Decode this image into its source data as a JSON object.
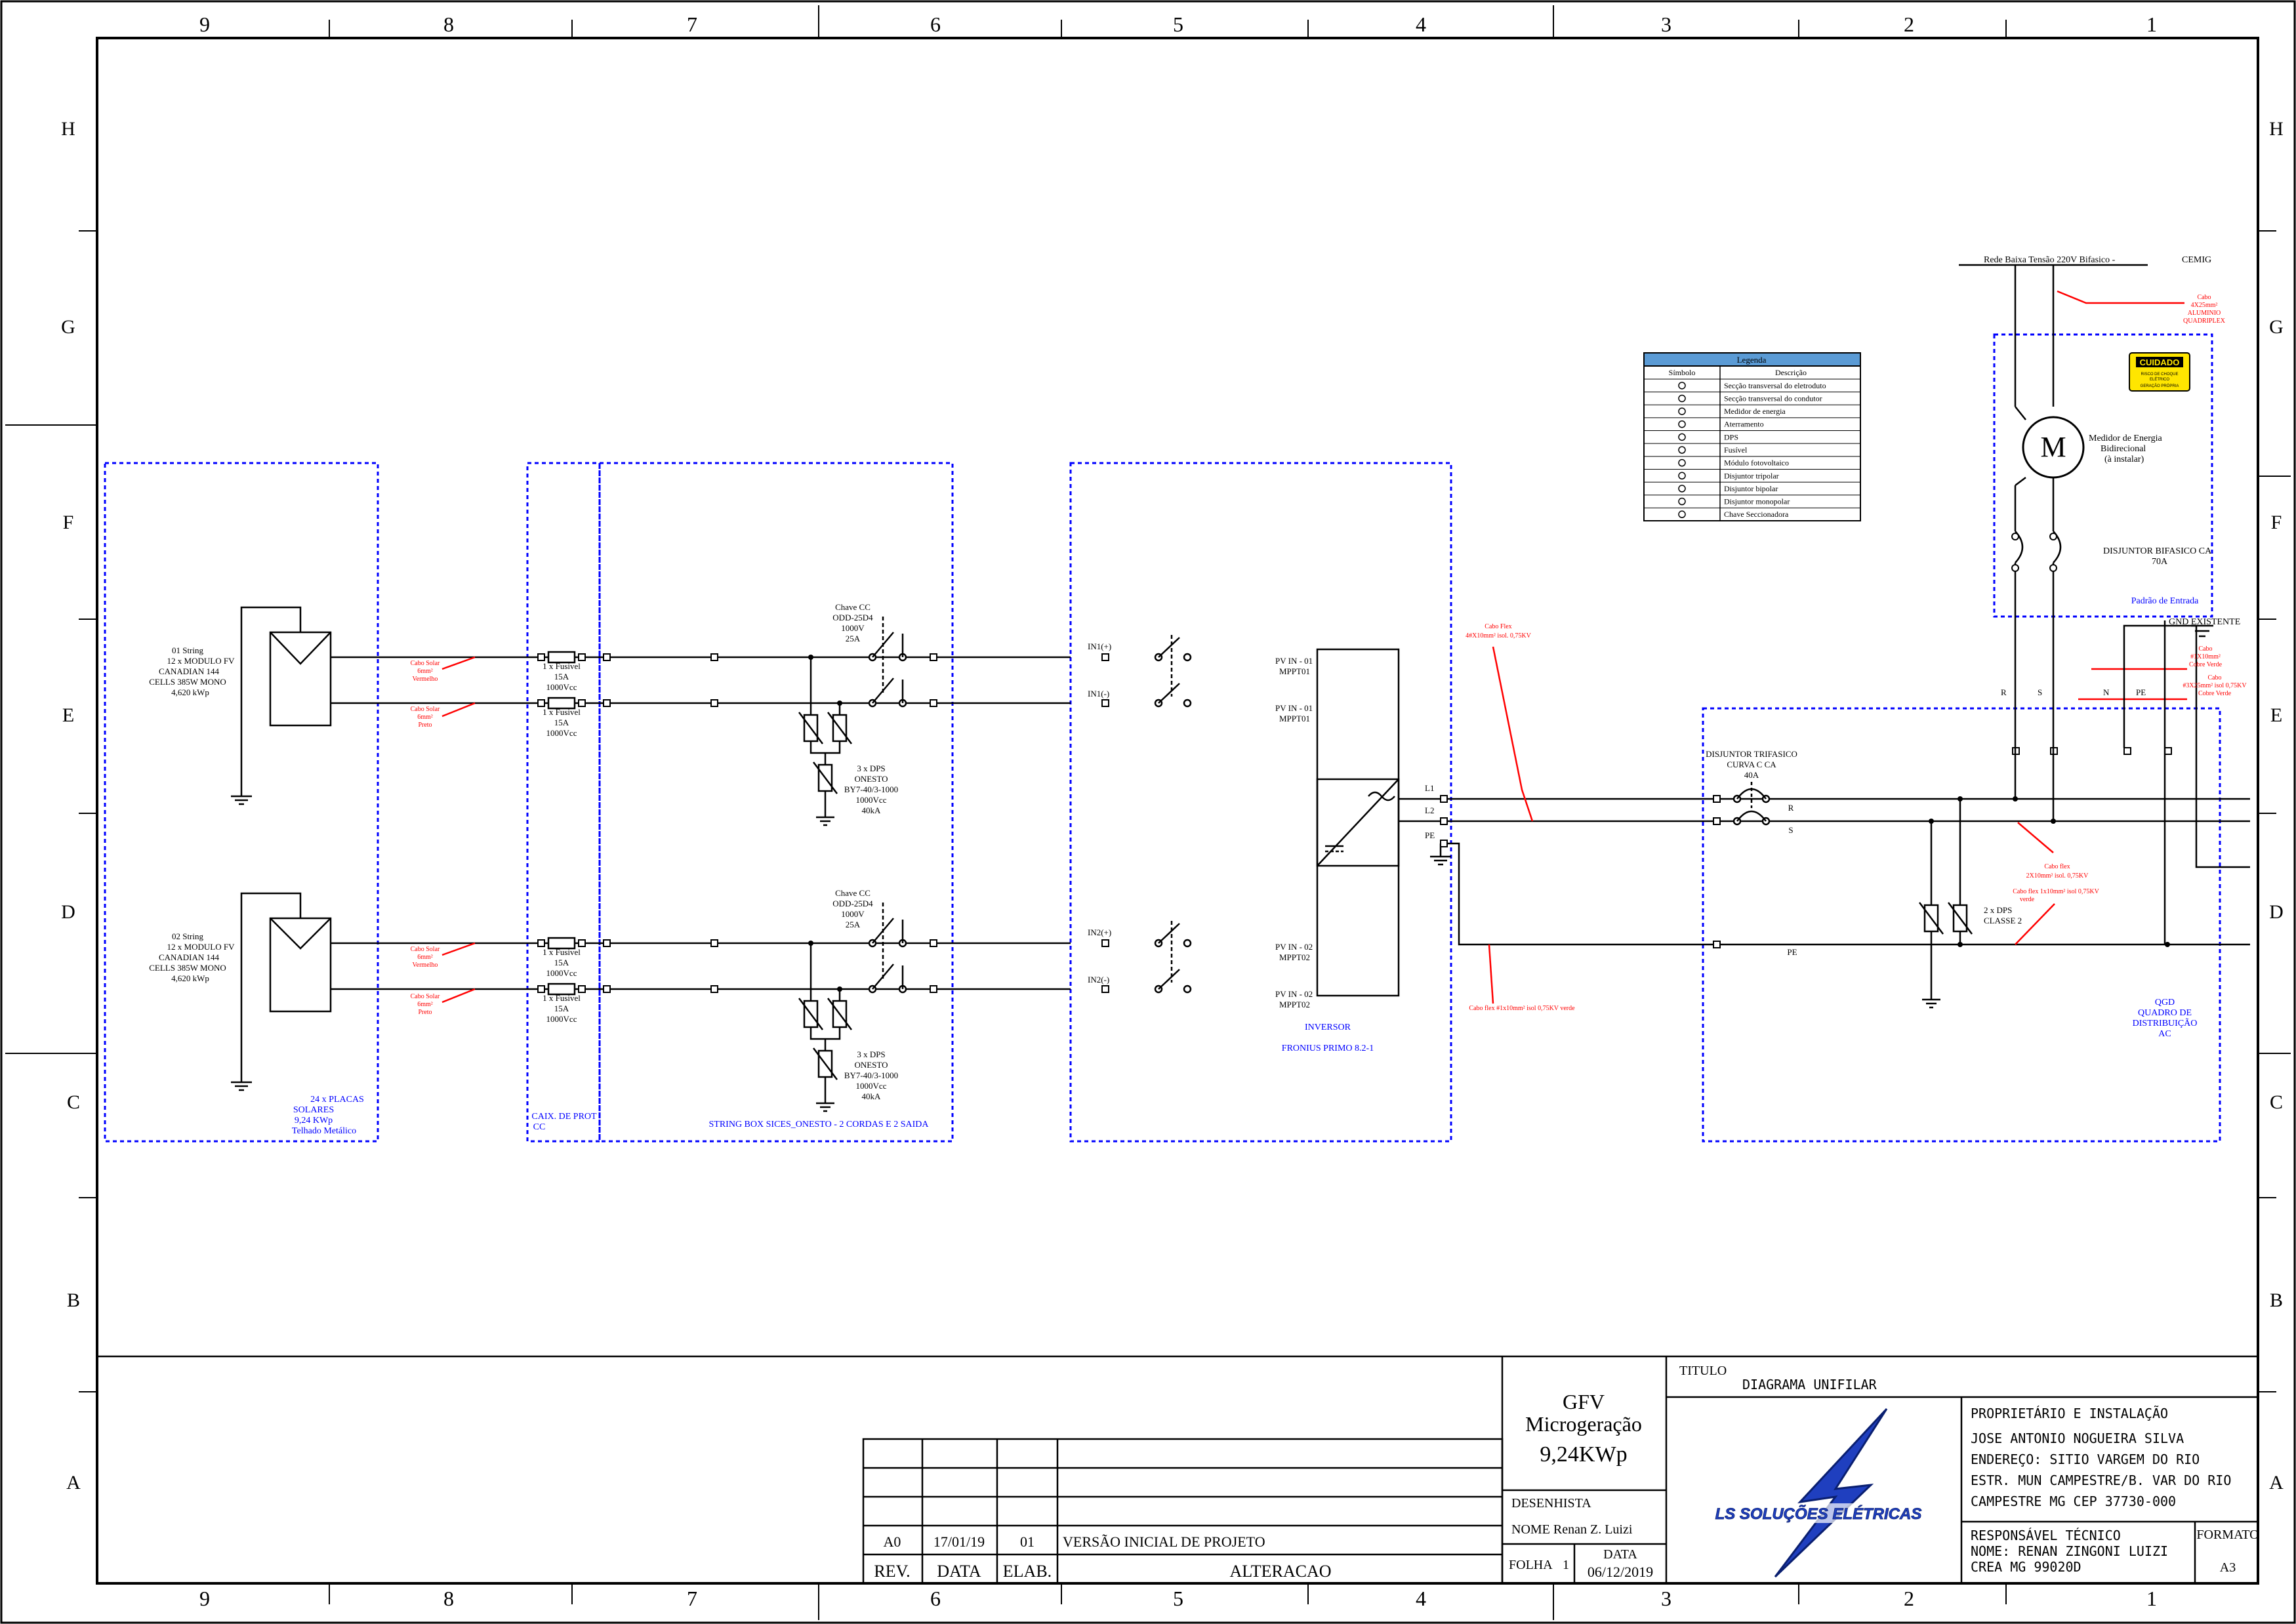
{
  "grid": {
    "columns": [
      "9",
      "8",
      "7",
      "6",
      "5",
      "4",
      "3",
      "2",
      "1"
    ],
    "rows": [
      "H",
      "G",
      "F",
      "E",
      "D",
      "C",
      "B",
      "A"
    ]
  },
  "strings": [
    {
      "title": "01 String",
      "lines": [
        "12 x MODULO FV",
        "CANADIAN 144",
        "CELLS 385W MONO",
        "4,620 kWp"
      ],
      "cable_pos": [
        "Cabo Solar",
        "6mm²",
        "Vermelho"
      ],
      "cable_neg": [
        "Cabo Solar",
        "6mm²",
        "Preto"
      ]
    },
    {
      "title": "02 String",
      "lines": [
        "12 x MODULO FV",
        "CANADIAN 144",
        "CELLS 385W MONO",
        "4,620 kWp"
      ],
      "cable_pos": [
        "Cabo Solar",
        "6mm²",
        "Vermelho"
      ],
      "cable_neg": [
        "Cabo Solar",
        "6mm²",
        "Preto"
      ]
    }
  ],
  "fuse_label": [
    "1 x Fusivel",
    "15A",
    "1000Vcc"
  ],
  "switch_label": [
    "Chave CC",
    "ODD-25D4",
    "1000V",
    "25A"
  ],
  "dps_label": [
    "3 x DPS",
    "ONESTO",
    "BY7-40/3-1000",
    "1000Vcc",
    "40kA"
  ],
  "blocks": {
    "panels": [
      "24 x PLACAS",
      "SOLARES",
      "9,24 KWp",
      "Telhado Metálico"
    ],
    "caix": [
      "CAIX. DE PROT",
      "CC"
    ],
    "stringbox": "STRING BOX SICES_ONESTO - 2 CORDAS E 2 SAIDA",
    "inverter": [
      "INVERSOR",
      "",
      "FRONIUS PRIMO 8.2-1"
    ],
    "qgd": [
      "QGD",
      "QUADRO DE",
      "DISTRIBUIÇÃO",
      "AC"
    ],
    "padrao": "Padrão de Entrada"
  },
  "inverter_inputs": {
    "in1p": "IN1(+)",
    "in1n": "IN1(-)",
    "in2p": "IN2(+)",
    "in2n": "IN2(-)",
    "pv1a": [
      "PV IN - 01",
      "MPPT01"
    ],
    "pv1b": [
      "PV IN - 01",
      "MPPT01"
    ],
    "pv2a": [
      "PV IN - 02",
      "MPPT02"
    ],
    "pv2b": [
      "PV IN - 02",
      "MPPT02"
    ]
  },
  "ac": {
    "l1": "L1",
    "l2": "L2",
    "pe": "PE",
    "breaker": [
      "DISJUNTOR TRIFASICO",
      "CURVA C CA",
      "40A"
    ],
    "r": "R",
    "s": "S",
    "pe_bus": "PE",
    "dps": [
      "2 x DPS",
      "CLASSE 2"
    ],
    "cable1": [
      "Cabo Flex",
      "4#X10mm² isol. 0,75KV"
    ],
    "cable2": "Cabo flex #1x10mm² isol 0,75KV verde",
    "cable3": [
      "Cabo flex",
      "2X10mm² isol. 0,75KV"
    ],
    "cable4": [
      "Cabo flex 1x10mm² isol 0,75KV",
      "verde"
    ]
  },
  "grid_side": {
    "rede": "Rede Baixa Tensão 220V Bifasico -",
    "cemig": "CEMIG",
    "cable_top": [
      "Cabo",
      "4X25mm²",
      "ALUMINIO",
      "QUADRIPLEX"
    ],
    "meter": [
      "Medidor de Energia",
      "Bidirecional",
      "(à instalar)"
    ],
    "meter_symbol": "M",
    "disj": [
      "DISJUNTOR BIFASICO CA",
      "70A"
    ],
    "gnd": "GND EXISTENTE",
    "cable_gnd": [
      "Cabo",
      "#1X10mm²",
      "Cobre Verde"
    ],
    "cable_main": [
      "Cabo",
      "#3X25mm² isol 0,75KV",
      "Cobre Verde"
    ],
    "r": "R",
    "s": "S",
    "n": "N",
    "pe": "PE",
    "caution": [
      "CUIDADO",
      "RISCO DE CHOQUE",
      "ELÉTRICO",
      "GERAÇÃO PRÓPRIA"
    ]
  },
  "legend": {
    "title": "Legenda",
    "col1": "Símbolo",
    "col2": "Descrição",
    "rows": [
      "Secção transversal do eletroduto",
      "Secção transversal do condutor",
      "Medidor de energia",
      "Aterramento",
      "DPS",
      "Fusível",
      "Módulo fotovoltaico",
      "Disjuntor tripolar",
      "Disjuntor bipolar",
      "Disjuntor monopolar",
      "Chave Seccionadora"
    ]
  },
  "titleblock": {
    "project": [
      "GFV",
      "Microgeração",
      "9,24KWp"
    ],
    "desenhista_label": "DESENHISTA",
    "nome": "NOME Renan Z. Luizi",
    "folha_label": "FOLHA",
    "folha": "1",
    "data_label": "DATA",
    "data": "06/12/2019",
    "titulo_label": "TITULO",
    "titulo": "DIAGRAMA UNIFILAR",
    "logo": "LS SOLUÇÕES ELÉTRICAS",
    "prop_label": "PROPRIETÁRIO E INSTALAÇÃO",
    "prop_lines": [
      "JOSE ANTONIO NOGUEIRA SILVA",
      "ENDEREÇO: SITIO VARGEM DO RIO",
      "ESTR. MUN CAMPESTRE/B. VAR DO RIO",
      "CAMPESTRE MG CEP 37730-000"
    ],
    "resp_label": "RESPONSÁVEL TÉCNICO",
    "resp_nome": "NOME: RENAN ZINGONI LUIZI",
    "crea": "CREA   MG 99020D",
    "formato_label": "FORMATO",
    "formato": "A3"
  },
  "revisions": {
    "headers": [
      "REV.",
      "DATA",
      "ELAB.",
      "ALTERACAO"
    ],
    "row": [
      "A0",
      "17/01/19",
      "01",
      "VERSÃO INICIAL DE PROJETO"
    ]
  },
  "colors": {
    "ink": "#000000",
    "blue": "#0000ff",
    "red": "#ff0000",
    "legendHead": "#5b9bd5",
    "caution": "#ffe600"
  }
}
